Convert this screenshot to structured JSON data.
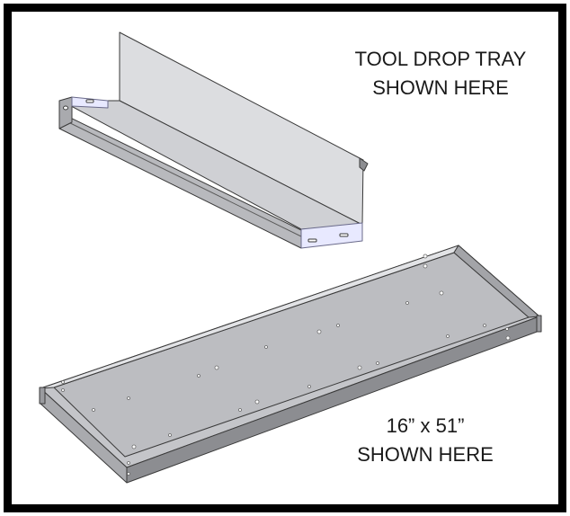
{
  "captions": {
    "tray_line1": "TOOL DROP TRAY",
    "tray_line2": "SHOWN HERE",
    "shelf_line1": "16” x 51”",
    "shelf_line2": "SHOWN HERE"
  },
  "colors": {
    "border": "#000000",
    "background": "#ffffff",
    "metal_light": "#dcdde0",
    "metal_mid": "#b8b9bd",
    "metal_dark": "#8c8d91",
    "outline": "#3a3a3a"
  }
}
